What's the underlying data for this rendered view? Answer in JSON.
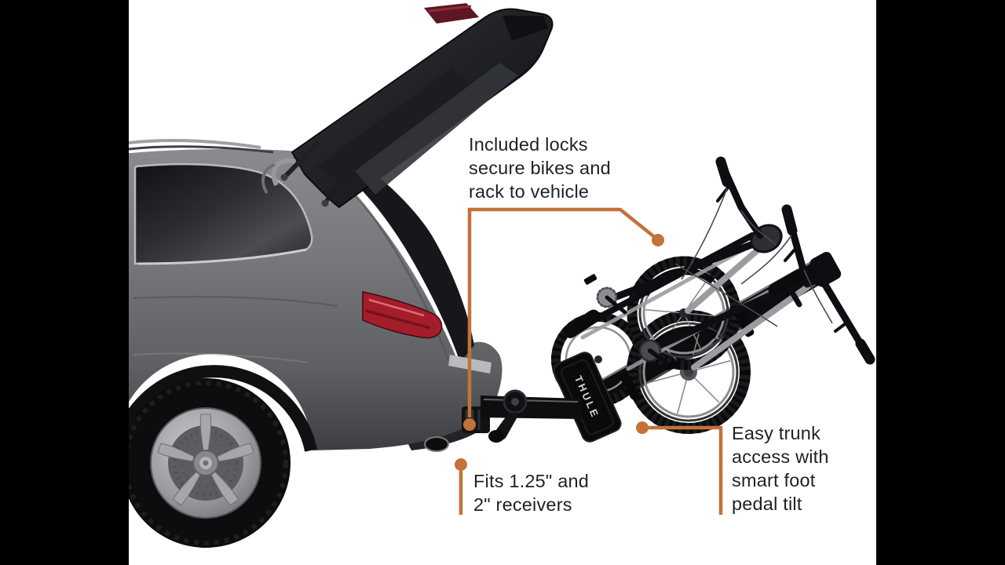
{
  "illustration": {
    "rack_brand": "THULE"
  },
  "callouts": [
    {
      "name": "included-locks",
      "text": "Included locks\nsecure bikes and\nrack to vehicle"
    },
    {
      "name": "fits-receivers",
      "text": "Fits 1.25\" and\n2\" receivers"
    },
    {
      "name": "easy-trunk-access",
      "text": "Easy trunk\naccess with\nsmart foot\npedal tilt"
    }
  ],
  "colors": {
    "accent": "#C4713A",
    "background": "#FFFFFF",
    "letterbox": "#000000",
    "text": "#1F2023",
    "car_body": "#77787C",
    "taillight": "#A51C2A"
  }
}
